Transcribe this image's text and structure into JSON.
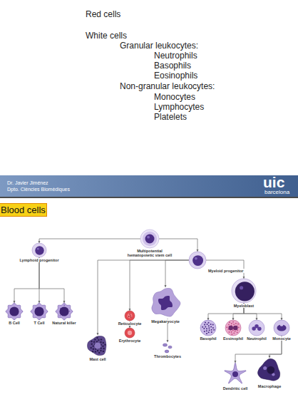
{
  "diagram": {
    "title": "Blood cells",
    "nodes": [
      {
        "text": [
          "Dr. Javier Jiménez",
          "Dpto. Ciències Biomèdiques",
          "uic",
          "barcelona"
        ]
      },
      {
        "text": [
          "Multipotential hematopoietic stem cell"
        ]
      },
      {
        "text": [
          "Lymphoid progenitor"
        ]
      },
      {
        "text": [
          "B Cell"
        ]
      },
      {
        "text": [
          "T Cell"
        ]
      },
      {
        "text": [
          "Natural killer"
        ]
      },
      {
        "text": [
          "Myeloid progenitor"
        ]
      },
      {
        "text": [
          "Mast cell"
        ]
      },
      {
        "text": [
          "Reticulocyte"
        ]
      },
      {
        "text": [
          "Erythrocyte"
        ]
      },
      {
        "text": [
          "Megakaryocyte"
        ]
      },
      {
        "text": [
          "Thrombocytes"
        ]
      },
      {
        "text": [
          "Myeloblast"
        ]
      },
      {
        "text": [
          "Basophil"
        ]
      },
      {
        "text": [
          "Eosinophil"
        ]
      },
      {
        "text": [
          "Neutrophil"
        ]
      },
      {
        "text": [
          "Monocyte"
        ]
      },
      {
        "text": [
          "Dendritic cell"
        ]
      },
      {
        "text": [
          "Macrophage"
        ]
      }
    ],
    "edges": [
      {
        "from": 1,
        "to": 2,
        "arrow": "to"
      },
      {
        "from": 1,
        "to": 6,
        "arrow": "to"
      },
      {
        "from": 2,
        "to": 3,
        "arrow": "to"
      },
      {
        "from": 2,
        "to": 4,
        "arrow": "to"
      },
      {
        "from": 2,
        "to": 5,
        "arrow": "to"
      },
      {
        "from": 6,
        "to": 7,
        "arrow": "to"
      },
      {
        "from": 6,
        "to": 8,
        "arrow": "to"
      },
      {
        "from": 6,
        "to": 10,
        "arrow": "to"
      },
      {
        "from": 6,
        "to": 12,
        "arrow": "to"
      },
      {
        "from": 8,
        "to": 9,
        "arrow": "to"
      },
      {
        "from": 10,
        "to": 11,
        "arrow": "to"
      },
      {
        "from": 12,
        "to": 13,
        "arrow": "to"
      },
      {
        "from": 12,
        "to": 14,
        "arrow": "to"
      },
      {
        "from": 12,
        "to": 15,
        "arrow": "to"
      },
      {
        "from": 12,
        "to": 16,
        "arrow": "to"
      },
      {
        "from": 16,
        "to": 17,
        "arrow": "to"
      },
      {
        "from": 16,
        "to": 18,
        "arrow": "to"
      }
    ],
    "labels": [
      "Red cells",
      "White cells",
      "Granular leukocytes:",
      "Neutrophils",
      "Basophils",
      "Eosinophils",
      "Non-granular leukocytes:",
      "Monocytes",
      "Lymphocytes",
      "Platelets"
    ]
  }
}
